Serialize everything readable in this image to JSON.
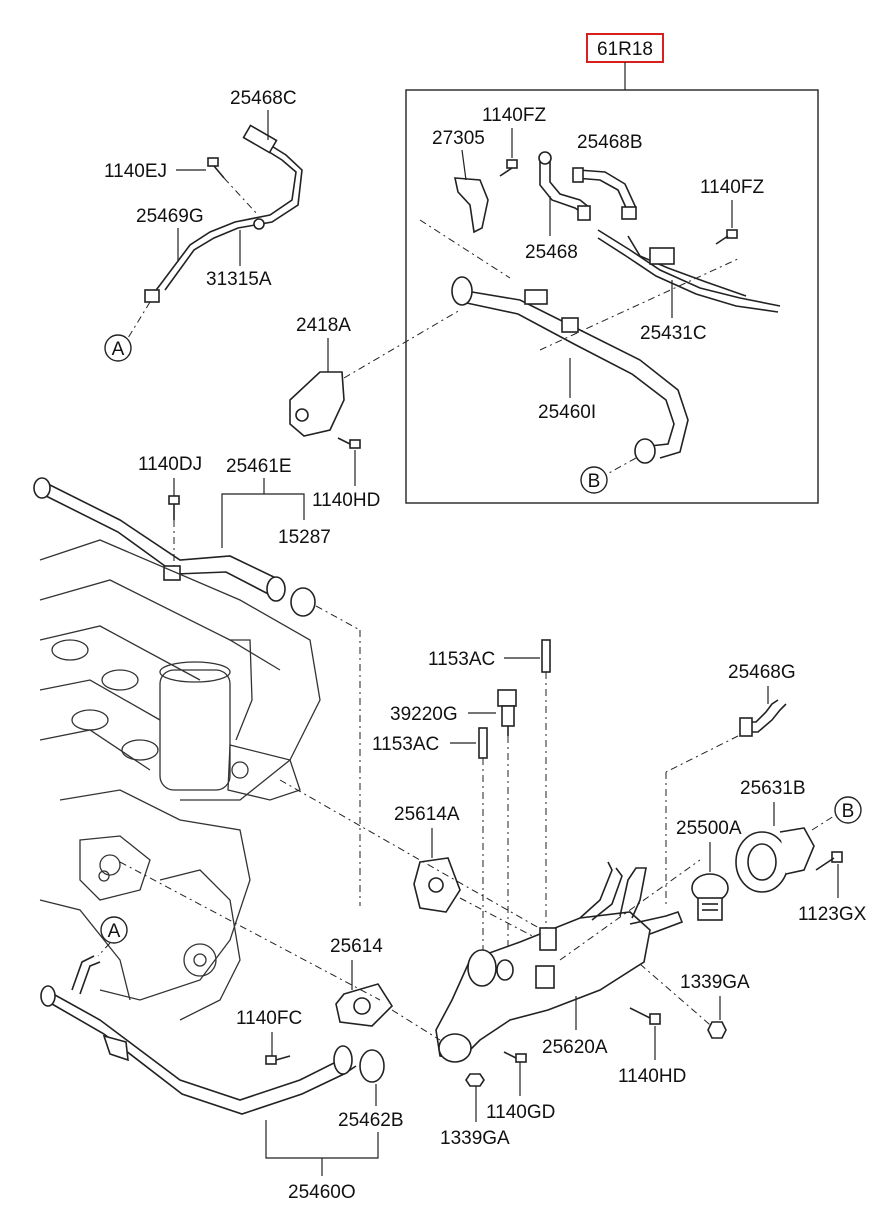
{
  "highlight": {
    "label": "61R18",
    "color": "#d92020"
  },
  "callouts": {
    "A": "A",
    "B": "B"
  },
  "labels": {
    "p25468C": "25468C",
    "p1140EJ": "1140EJ",
    "p25469G": "25469G",
    "p31315A": "31315A",
    "p1140FZ_a": "1140FZ",
    "p27305": "27305",
    "p25468B": "25468B",
    "p1140FZ_b": "1140FZ",
    "p25468": "25468",
    "p25431C": "25431C",
    "p2418A": "2418A",
    "p25460I": "25460I",
    "p1140DJ": "1140DJ",
    "p25461E": "25461E",
    "p1140HD_a": "1140HD",
    "p15287": "15287",
    "p1153AC_a": "1153AC",
    "p25468G": "25468G",
    "p39220G": "39220G",
    "p1153AC_b": "1153AC",
    "p25631B": "25631B",
    "p25614A": "25614A",
    "p25500A": "25500A",
    "p1123GX": "1123GX",
    "p25614": "25614",
    "p1339GA_a": "1339GA",
    "p1140FC": "1140FC",
    "p25620A": "25620A",
    "p1140HD_b": "1140HD",
    "p25462B": "25462B",
    "p1140GD": "1140GD",
    "p1339GA_b": "1339GA",
    "p25460O": "25460O"
  }
}
